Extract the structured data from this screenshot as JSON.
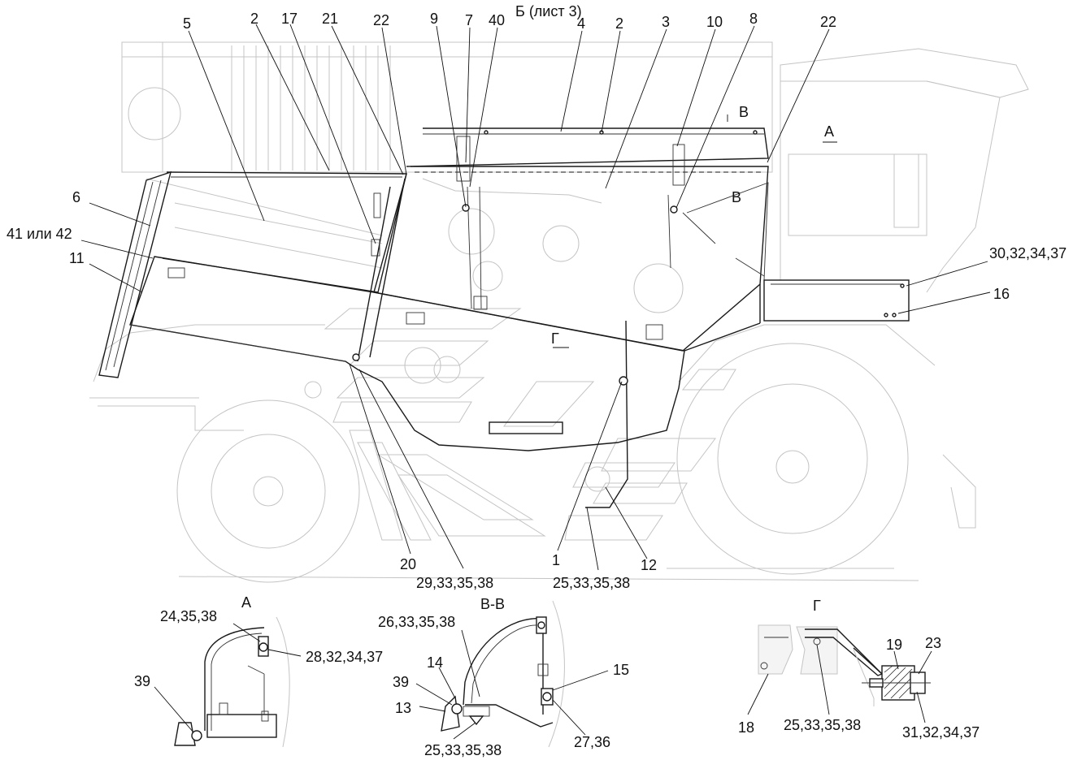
{
  "views": {
    "main_ref": "Б (лист 3)",
    "a_title": "А",
    "vv_title": "В-В",
    "g_title": "Г",
    "mark_a": "А",
    "mark_v1": "В",
    "mark_v2": "В",
    "mark_g": "Г"
  },
  "main_labels": {
    "l5": "5",
    "l2a": "2",
    "l17": "17",
    "l21": "21",
    "l22a": "22",
    "l9": "9",
    "l7": "7",
    "l40": "40",
    "l4": "4",
    "l2b": "2",
    "l3": "3",
    "l10": "10",
    "l8": "8",
    "l22b": "22",
    "l6": "6",
    "l41": "41 или 42",
    "l11": "11",
    "l30": "30,32,34,37",
    "l16": "16",
    "l20": "20",
    "l29": "29,33,35,38",
    "l1": "1",
    "l12": "12",
    "l25a": "25,33,35,38"
  },
  "detail_a": {
    "l24": "24,35,38",
    "l28": "28,32,34,37",
    "l39": "39"
  },
  "detail_vv": {
    "l26": "26,33,35,38",
    "l14": "14",
    "l39": "39",
    "l13": "13",
    "l15": "15",
    "l27": "27,36",
    "l25": "25,33,35,38"
  },
  "detail_g": {
    "l19": "19",
    "l23": "23",
    "l18": "18",
    "l25": "25,33,35,38",
    "l31": "31,32,34,37"
  }
}
